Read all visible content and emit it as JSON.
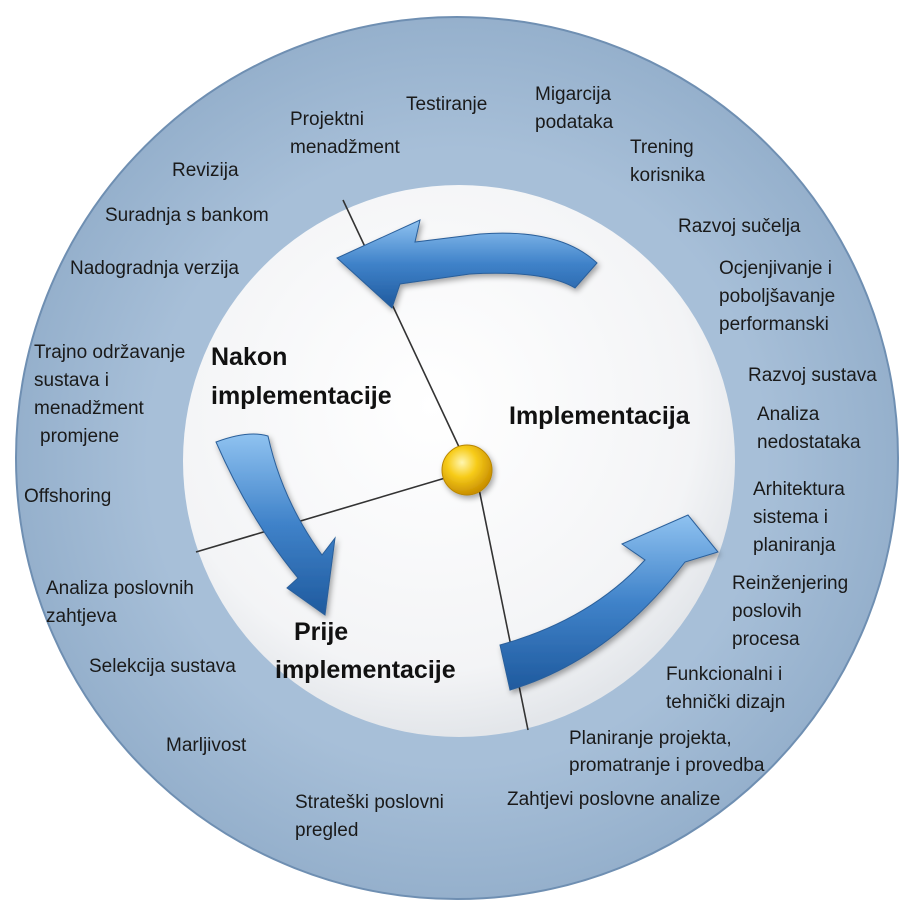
{
  "phases": {
    "implementacija": "Implementacija",
    "nakon": [
      "Nakon",
      "implementacije"
    ],
    "prije": [
      "Prije",
      "implementacije"
    ]
  },
  "activities": {
    "projektni": [
      "Projektni",
      "menadžment"
    ],
    "testiranje": "Testiranje",
    "migarcija": [
      "Migarcija",
      "podataka"
    ],
    "trening": [
      "Trening",
      "korisnika"
    ],
    "revizija": "Revizija",
    "suradnja": "Suradnja s bankom",
    "nadogradnja": "Nadogradnja verzija",
    "razvoj_sucelja": "Razvoj sučelja",
    "ocjenjivanje": [
      "Ocjenjivanje i",
      "poboljšavanje",
      "performanski"
    ],
    "trajno": [
      "Trajno održavanje",
      "sustava i",
      "menadžment",
      "promjene"
    ],
    "razvoj_sustava": "Razvoj sustava",
    "analiza_nedostataka": [
      "Analiza",
      "nedostataka"
    ],
    "offshoring": "Offshoring",
    "arhitektura": [
      "Arhitektura",
      "sistema i",
      "planiranja"
    ],
    "analiza_poslovnih": [
      "Analiza poslovnih",
      "zahtjeva"
    ],
    "reinzenjering": [
      "Reinženjering",
      "poslovih",
      "procesa"
    ],
    "selekcija": "Selekcija sustava",
    "funkcionalni": [
      "Funkcionalni i",
      "tehnički dizajn"
    ],
    "marljivost": "Marljivost",
    "planiranje": [
      "Planiranje projekta,",
      "promatranje i provedba"
    ],
    "strateski": [
      "Strateški poslovni",
      "pregled"
    ],
    "zahtjevi": "Zahtjevi poslovne analize"
  },
  "colors": {
    "outer_ring": "#a3bcd6",
    "inner_disc": "#f4f5f7",
    "arrow": "#3f82c9",
    "center_ball": "#f5c000"
  }
}
